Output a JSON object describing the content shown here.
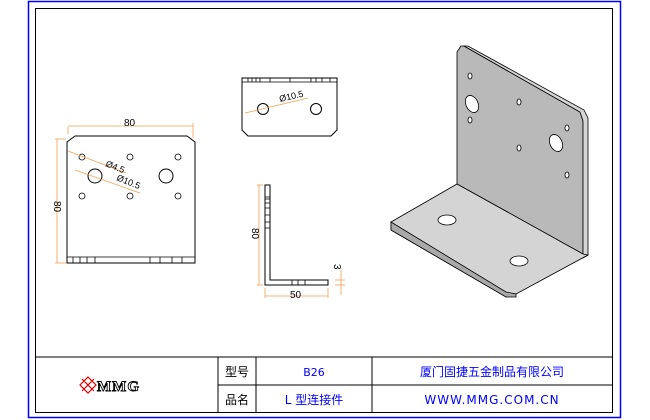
{
  "drawing": {
    "front_view": {
      "width_dim": "80",
      "height_dim": "80",
      "hole_small": "Ø4.5",
      "hole_large": "Ø10.5"
    },
    "top_view": {
      "hole_label": "Ø10.5"
    },
    "side_view": {
      "height_dim": "80",
      "width_dim": "50",
      "thickness_dim": "3"
    }
  },
  "title_block": {
    "logo_text": "MMG",
    "model_label": "型号",
    "model_value": "B26",
    "name_label": "品名",
    "name_value": "L 型连接件",
    "company": "厦门固捷五金制品有限公司",
    "website": "WWW.MMG.COM.CN"
  },
  "colors": {
    "frame_outer": "#0000ff",
    "dimension": "#f0a050",
    "title_text": "#0000ff",
    "logo": "#e00000"
  }
}
